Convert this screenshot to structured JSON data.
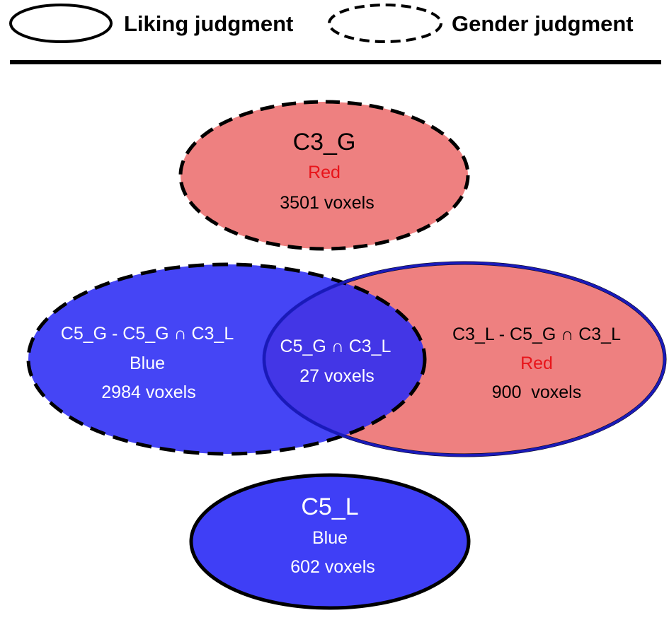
{
  "legend": {
    "liking": "Liking judgment",
    "gender": "Gender judgment"
  },
  "regions": {
    "c3g": {
      "name": "C3_G",
      "color_name": "Red",
      "count": "3501 voxels"
    },
    "c5g_only": {
      "name": "C5_G - C5_G ∩ C3_L",
      "color_name": "Blue",
      "count": "2984 voxels"
    },
    "intersection": {
      "name": "C5_G ∩ C3_L",
      "count": "27 voxels"
    },
    "c3l_only": {
      "name": "C3_L - C5_G ∩ C3_L",
      "color_name": "Red",
      "count": "900  voxels"
    },
    "c5l": {
      "name": "C5_L",
      "color_name": "Blue",
      "count": "602 voxels"
    }
  },
  "colors": {
    "red_fill": "#ee8080",
    "blue_fill": "#3f3ff6",
    "red_text": "#e8141a",
    "white_text": "#ffffff",
    "black_text": "#000000"
  }
}
